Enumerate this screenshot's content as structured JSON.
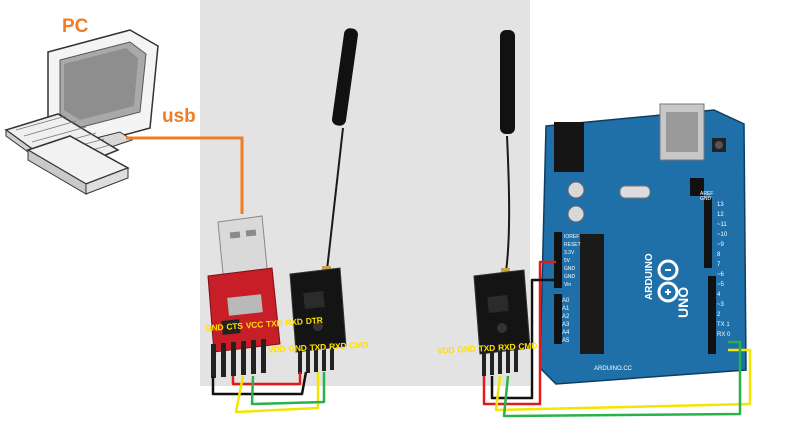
{
  "labels": {
    "pc": "PC",
    "usb": "usb"
  },
  "usb_adapter_pins": [
    "GND",
    "CTS",
    "VCC",
    "TXD",
    "RXD",
    "DTR"
  ],
  "rf_module_1_pins": [
    "VDD",
    "GND",
    "TXD",
    "RXD",
    "CMD"
  ],
  "rf_module_2_pins": [
    "VDD",
    "GND",
    "TXD",
    "RXD",
    "CMD"
  ],
  "arduino_texts": {
    "brand": "ARDUINO",
    "model": "UNO",
    "site": "ARDUINO.CC",
    "header_left": [
      "IOREF",
      "RESET",
      "3.3V",
      "5V",
      "GND",
      "GND",
      "Vin"
    ],
    "analog": [
      "A0",
      "A1",
      "A2",
      "A3",
      "A4",
      "A5"
    ],
    "digital": [
      "13",
      "12",
      "~11",
      "~10",
      "~9",
      "8",
      "7",
      "~6",
      "~5",
      "4",
      "~3",
      "2",
      "TX 1",
      "RX 0"
    ],
    "aref": "AREF",
    "aref_gnd": "GND"
  },
  "colors": {
    "usb_cable": "#f07d24",
    "pin_label": "#ffe000",
    "wire_black": "#111111",
    "wire_red": "#e01b1b",
    "wire_yellow": "#f2e600",
    "wire_green": "#27b34a",
    "arduino_board": "#1f6fa8",
    "usb_adapter_board": "#c81e28",
    "rf_board": "#121212"
  },
  "icons": [
    "computer-icon"
  ]
}
